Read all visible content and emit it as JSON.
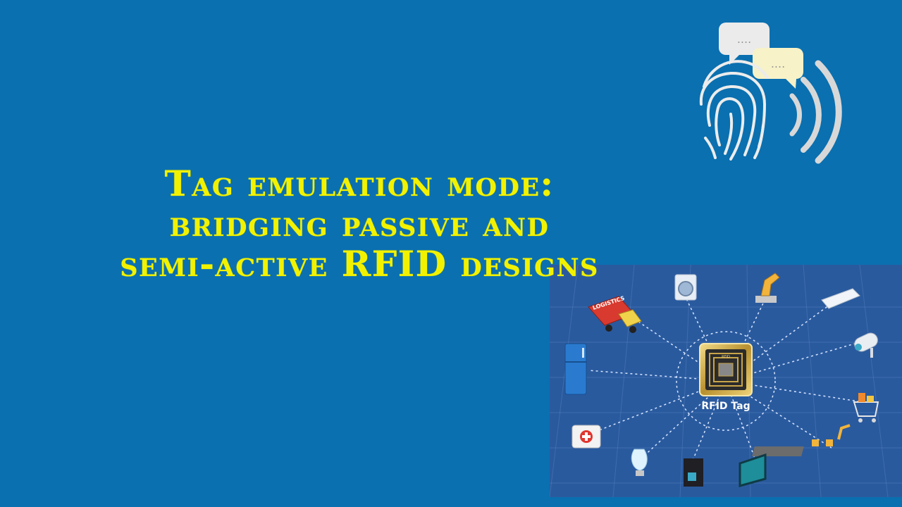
{
  "slide": {
    "title_lines": [
      "Tag emulation mode:",
      "bridging passive and",
      "semi-active RFID designs"
    ]
  },
  "illustration": {
    "center_label": "RFID Tag",
    "chip_label": "RFID",
    "truck_label": "LOGISTICS",
    "bubble_text": "....",
    "icons": [
      "fingerprint-icon",
      "signal-waves-icon",
      "chat-bubble-icon",
      "washing-machine-icon",
      "robot-arm-icon",
      "air-conditioner-icon",
      "security-camera-icon",
      "shopping-cart-icon",
      "assembly-line-icon",
      "tv-screen-icon",
      "coffee-machine-icon",
      "light-bulb-icon",
      "first-aid-kit-icon",
      "refrigerator-icon",
      "truck-icon",
      "rfid-chip-icon"
    ]
  },
  "colors": {
    "background": "#0a70b0",
    "title": "#f2f200",
    "illustration_bg": "#2a5a9e"
  }
}
